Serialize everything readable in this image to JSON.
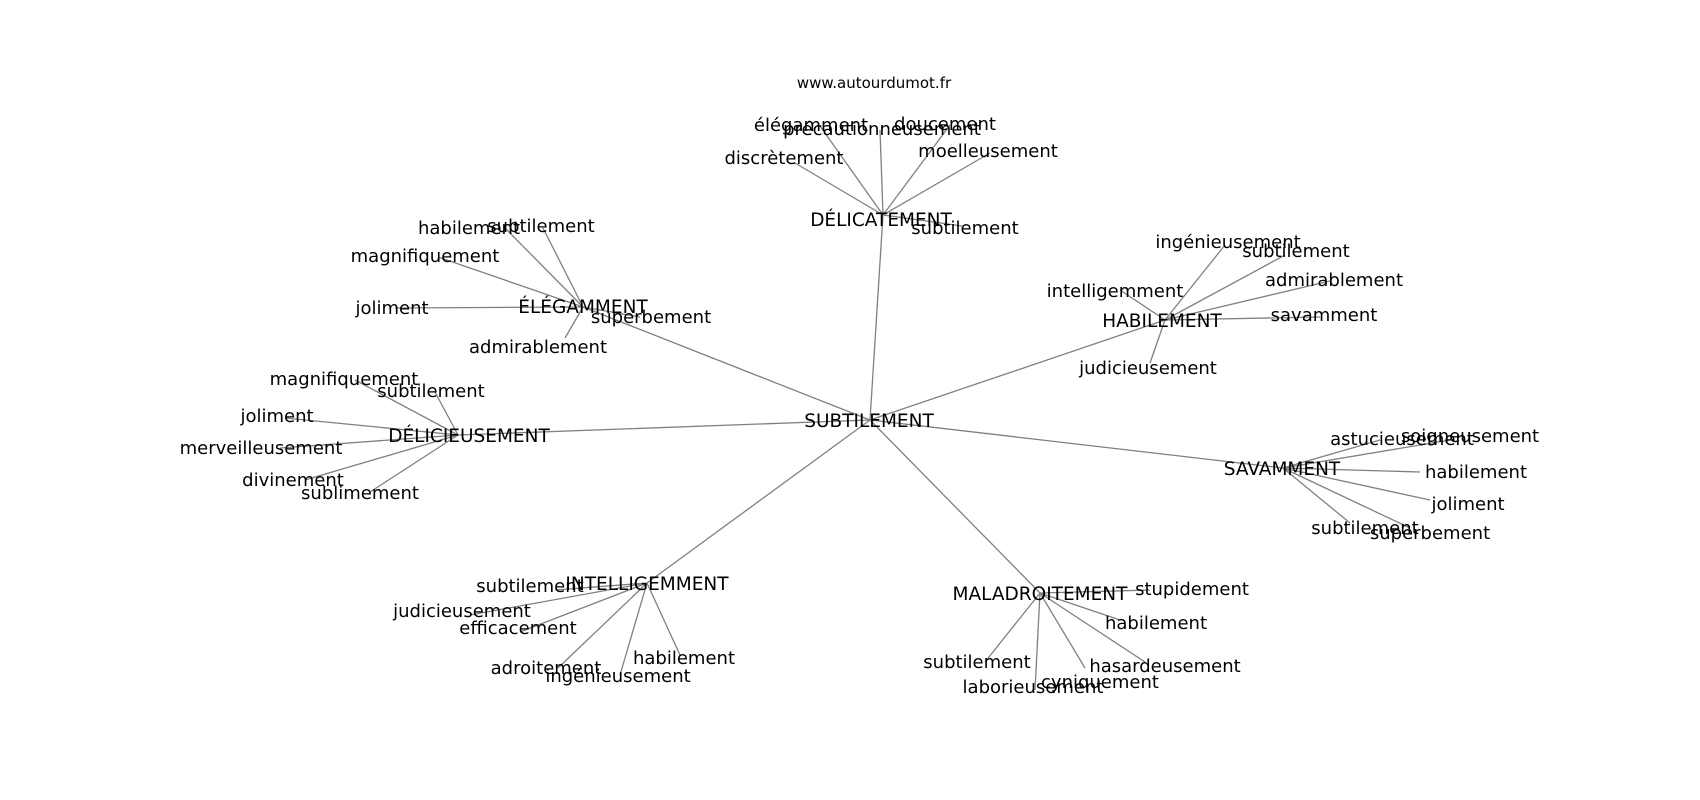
{
  "source_label": "www.autourdumot.fr",
  "center": "SUBTILEMENT",
  "clusters": [
    {
      "key": "delicatement",
      "hub": "DÉLICATEMENT",
      "words": [
        "élégamment",
        "doucement",
        "précautionneusement",
        "discrètement",
        "moelleusement",
        "subtilement"
      ]
    },
    {
      "key": "elegamment",
      "hub": "ÉLÉGAMMENT",
      "words": [
        "habilement",
        "subtilement",
        "magnifiquement",
        "joliment",
        "superbement",
        "admirablement"
      ]
    },
    {
      "key": "habilement",
      "hub": "HABILEMENT",
      "words": [
        "ingénieusement",
        "subtilement",
        "intelligemment",
        "admirablement",
        "savamment",
        "judicieusement"
      ]
    },
    {
      "key": "delicieusement",
      "hub": "DÉLICIEUSEMENT",
      "words": [
        "magnifiquement",
        "subtilement",
        "joliment",
        "merveilleusement",
        "divinement",
        "sublimement"
      ]
    },
    {
      "key": "savamment",
      "hub": "SAVAMMENT",
      "words": [
        "astucieusement",
        "soigneusement",
        "habilement",
        "joliment",
        "subtilement",
        "superbement"
      ]
    },
    {
      "key": "intelligemment",
      "hub": "INTELLIGEMMENT",
      "words": [
        "subtilement",
        "judicieusement",
        "efficacement",
        "adroitement",
        "habilement",
        "ingénieusement"
      ]
    },
    {
      "key": "maladroitement",
      "hub": "MALADROITEMENT",
      "words": [
        "stupidement",
        "habilement",
        "subtilement",
        "hasardeusement",
        "cyniquement",
        "laborieusement"
      ]
    }
  ]
}
